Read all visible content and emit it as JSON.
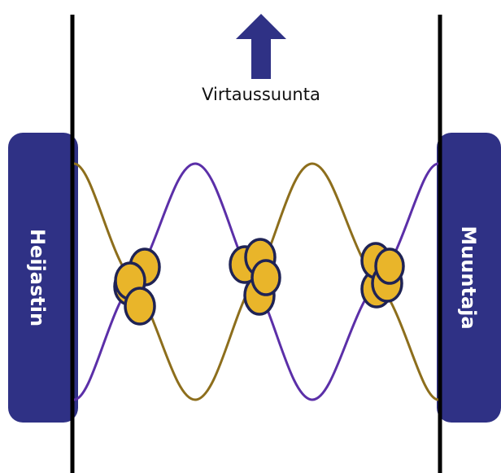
{
  "labels": {
    "flow_direction": "Virtaussuunta",
    "reflector": "Heijastin",
    "transducer": "Muuntaja"
  },
  "colors": {
    "block_fill": "#2f3185",
    "wall": "#000000",
    "wave_purple": "#5b2fa8",
    "wave_gold": "#8d6e1c",
    "particle_fill": "#e9b52a",
    "particle_outline": "#1f2355",
    "arrow_fill": "#2f3185"
  },
  "icons": {
    "flow_arrow": "up-arrow-icon"
  },
  "particle_clusters": [
    {
      "name": "left-node",
      "count": 4
    },
    {
      "name": "center-node",
      "count": 4
    },
    {
      "name": "right-node",
      "count": 4
    }
  ]
}
